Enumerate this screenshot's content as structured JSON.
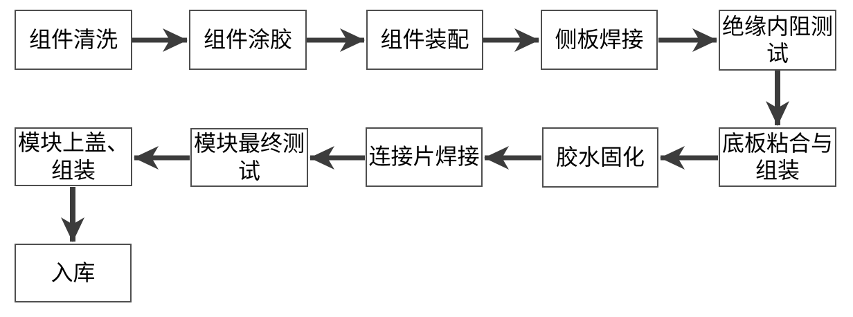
{
  "diagram": {
    "type": "flowchart",
    "colors": {
      "background": "#ffffff",
      "box_fill": "#ffffff",
      "box_border": "#4e4e4e",
      "arrow": "#3c3c3c",
      "text": "#000000"
    },
    "nodes": [
      {
        "id": "component-cleaning",
        "label": "组件清洗"
      },
      {
        "id": "component-gluing",
        "label": "组件涂胶"
      },
      {
        "id": "component-assembly",
        "label": "组件装配"
      },
      {
        "id": "side-plate-welding",
        "label": "侧板焊接"
      },
      {
        "id": "insulation-resistance-test",
        "label": "绝缘内阻测试"
      },
      {
        "id": "bottom-plate-bonding-assembly",
        "label": "底板粘合与组装"
      },
      {
        "id": "glue-curing",
        "label": "胶水固化"
      },
      {
        "id": "connecting-piece-welding",
        "label": "连接片焊接"
      },
      {
        "id": "module-final-test",
        "label": "模块最终测试"
      },
      {
        "id": "module-top-cover-assembly",
        "label": "模块上盖、组装"
      },
      {
        "id": "warehousing",
        "label": "入库"
      }
    ],
    "edges": [
      {
        "from": "component-cleaning",
        "to": "component-gluing",
        "direction": "right"
      },
      {
        "from": "component-gluing",
        "to": "component-assembly",
        "direction": "right"
      },
      {
        "from": "component-assembly",
        "to": "side-plate-welding",
        "direction": "right"
      },
      {
        "from": "side-plate-welding",
        "to": "insulation-resistance-test",
        "direction": "right"
      },
      {
        "from": "insulation-resistance-test",
        "to": "bottom-plate-bonding-assembly",
        "direction": "down"
      },
      {
        "from": "bottom-plate-bonding-assembly",
        "to": "glue-curing",
        "direction": "left"
      },
      {
        "from": "glue-curing",
        "to": "connecting-piece-welding",
        "direction": "left"
      },
      {
        "from": "connecting-piece-welding",
        "to": "module-final-test",
        "direction": "left"
      },
      {
        "from": "module-final-test",
        "to": "module-top-cover-assembly",
        "direction": "left"
      },
      {
        "from": "module-top-cover-assembly",
        "to": "warehousing",
        "direction": "down"
      }
    ]
  }
}
